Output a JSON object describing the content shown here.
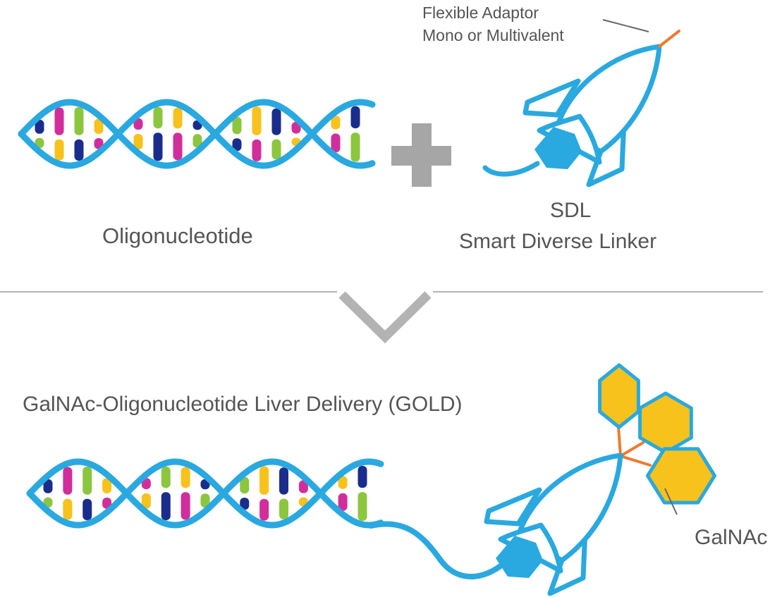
{
  "labels": {
    "oligonucleotide": "Oligonucleotide",
    "sdl_short": "SDL",
    "sdl_full": "Smart Diverse Linker",
    "adaptor_line1": "Flexible Adaptor",
    "adaptor_line2": "Mono or Multivalent",
    "gold_title": "GalNAc-Oligonucleotide Liver Delivery (GOLD)",
    "galnac": "GalNAc"
  },
  "colors": {
    "backbone": "#2aa8e0",
    "base_navy": "#1a2d8c",
    "base_magenta": "#d12e9c",
    "base_green": "#8cc63f",
    "base_yellow": "#f8c21c",
    "hexagon_fill": "#2aa8e0",
    "galnac_fill": "#f8c21c",
    "galnac_stroke": "#2aa8e0",
    "adaptor": "#ee7a2e",
    "plus_sign": "#a6a6a6",
    "divider": "#b3b3b3",
    "text": "#555555",
    "leader_line": "#666666"
  },
  "icons": [
    "dna-helix-icon",
    "plus-icon",
    "rocket-linker-icon",
    "chevron-down-icon",
    "galnac-hexagon-icon"
  ]
}
